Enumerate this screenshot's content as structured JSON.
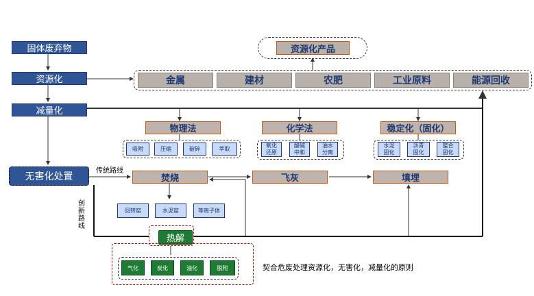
{
  "left_column": {
    "solid_waste": "固体废弃物",
    "resource": "资源化",
    "reduction": "减量化",
    "harmless": "无害化处置"
  },
  "products": {
    "title": "资源化产品",
    "items": [
      "金属",
      "建材",
      "农肥",
      "工业原料",
      "能源回收"
    ]
  },
  "methods": {
    "physical": {
      "title": "物理法",
      "items": [
        "吸附",
        "压缩",
        "破碎",
        "萃取"
      ]
    },
    "chemical": {
      "title": "化学法",
      "items": [
        "氧化\n还原",
        "酸碱\n中和",
        "油水\n分离"
      ]
    },
    "stabilize": {
      "title": "稳定化（固化）",
      "items": [
        "水泥\n固化",
        "沥青\n固化",
        "螯合\n固化"
      ]
    }
  },
  "process": {
    "incineration": "焚烧",
    "fly_ash": "飞灰",
    "landfill": "填埋",
    "kilns": [
      "回转窑",
      "水泥窑",
      "等离子体"
    ]
  },
  "routes": {
    "traditional": "传统路线",
    "innovative": "创新路线"
  },
  "pyrolysis": {
    "title": "热解",
    "items": [
      "气化",
      "炭化",
      "油化",
      "脱附"
    ]
  },
  "note": "契合危废处理资源化，无害化，减量化的原则"
}
